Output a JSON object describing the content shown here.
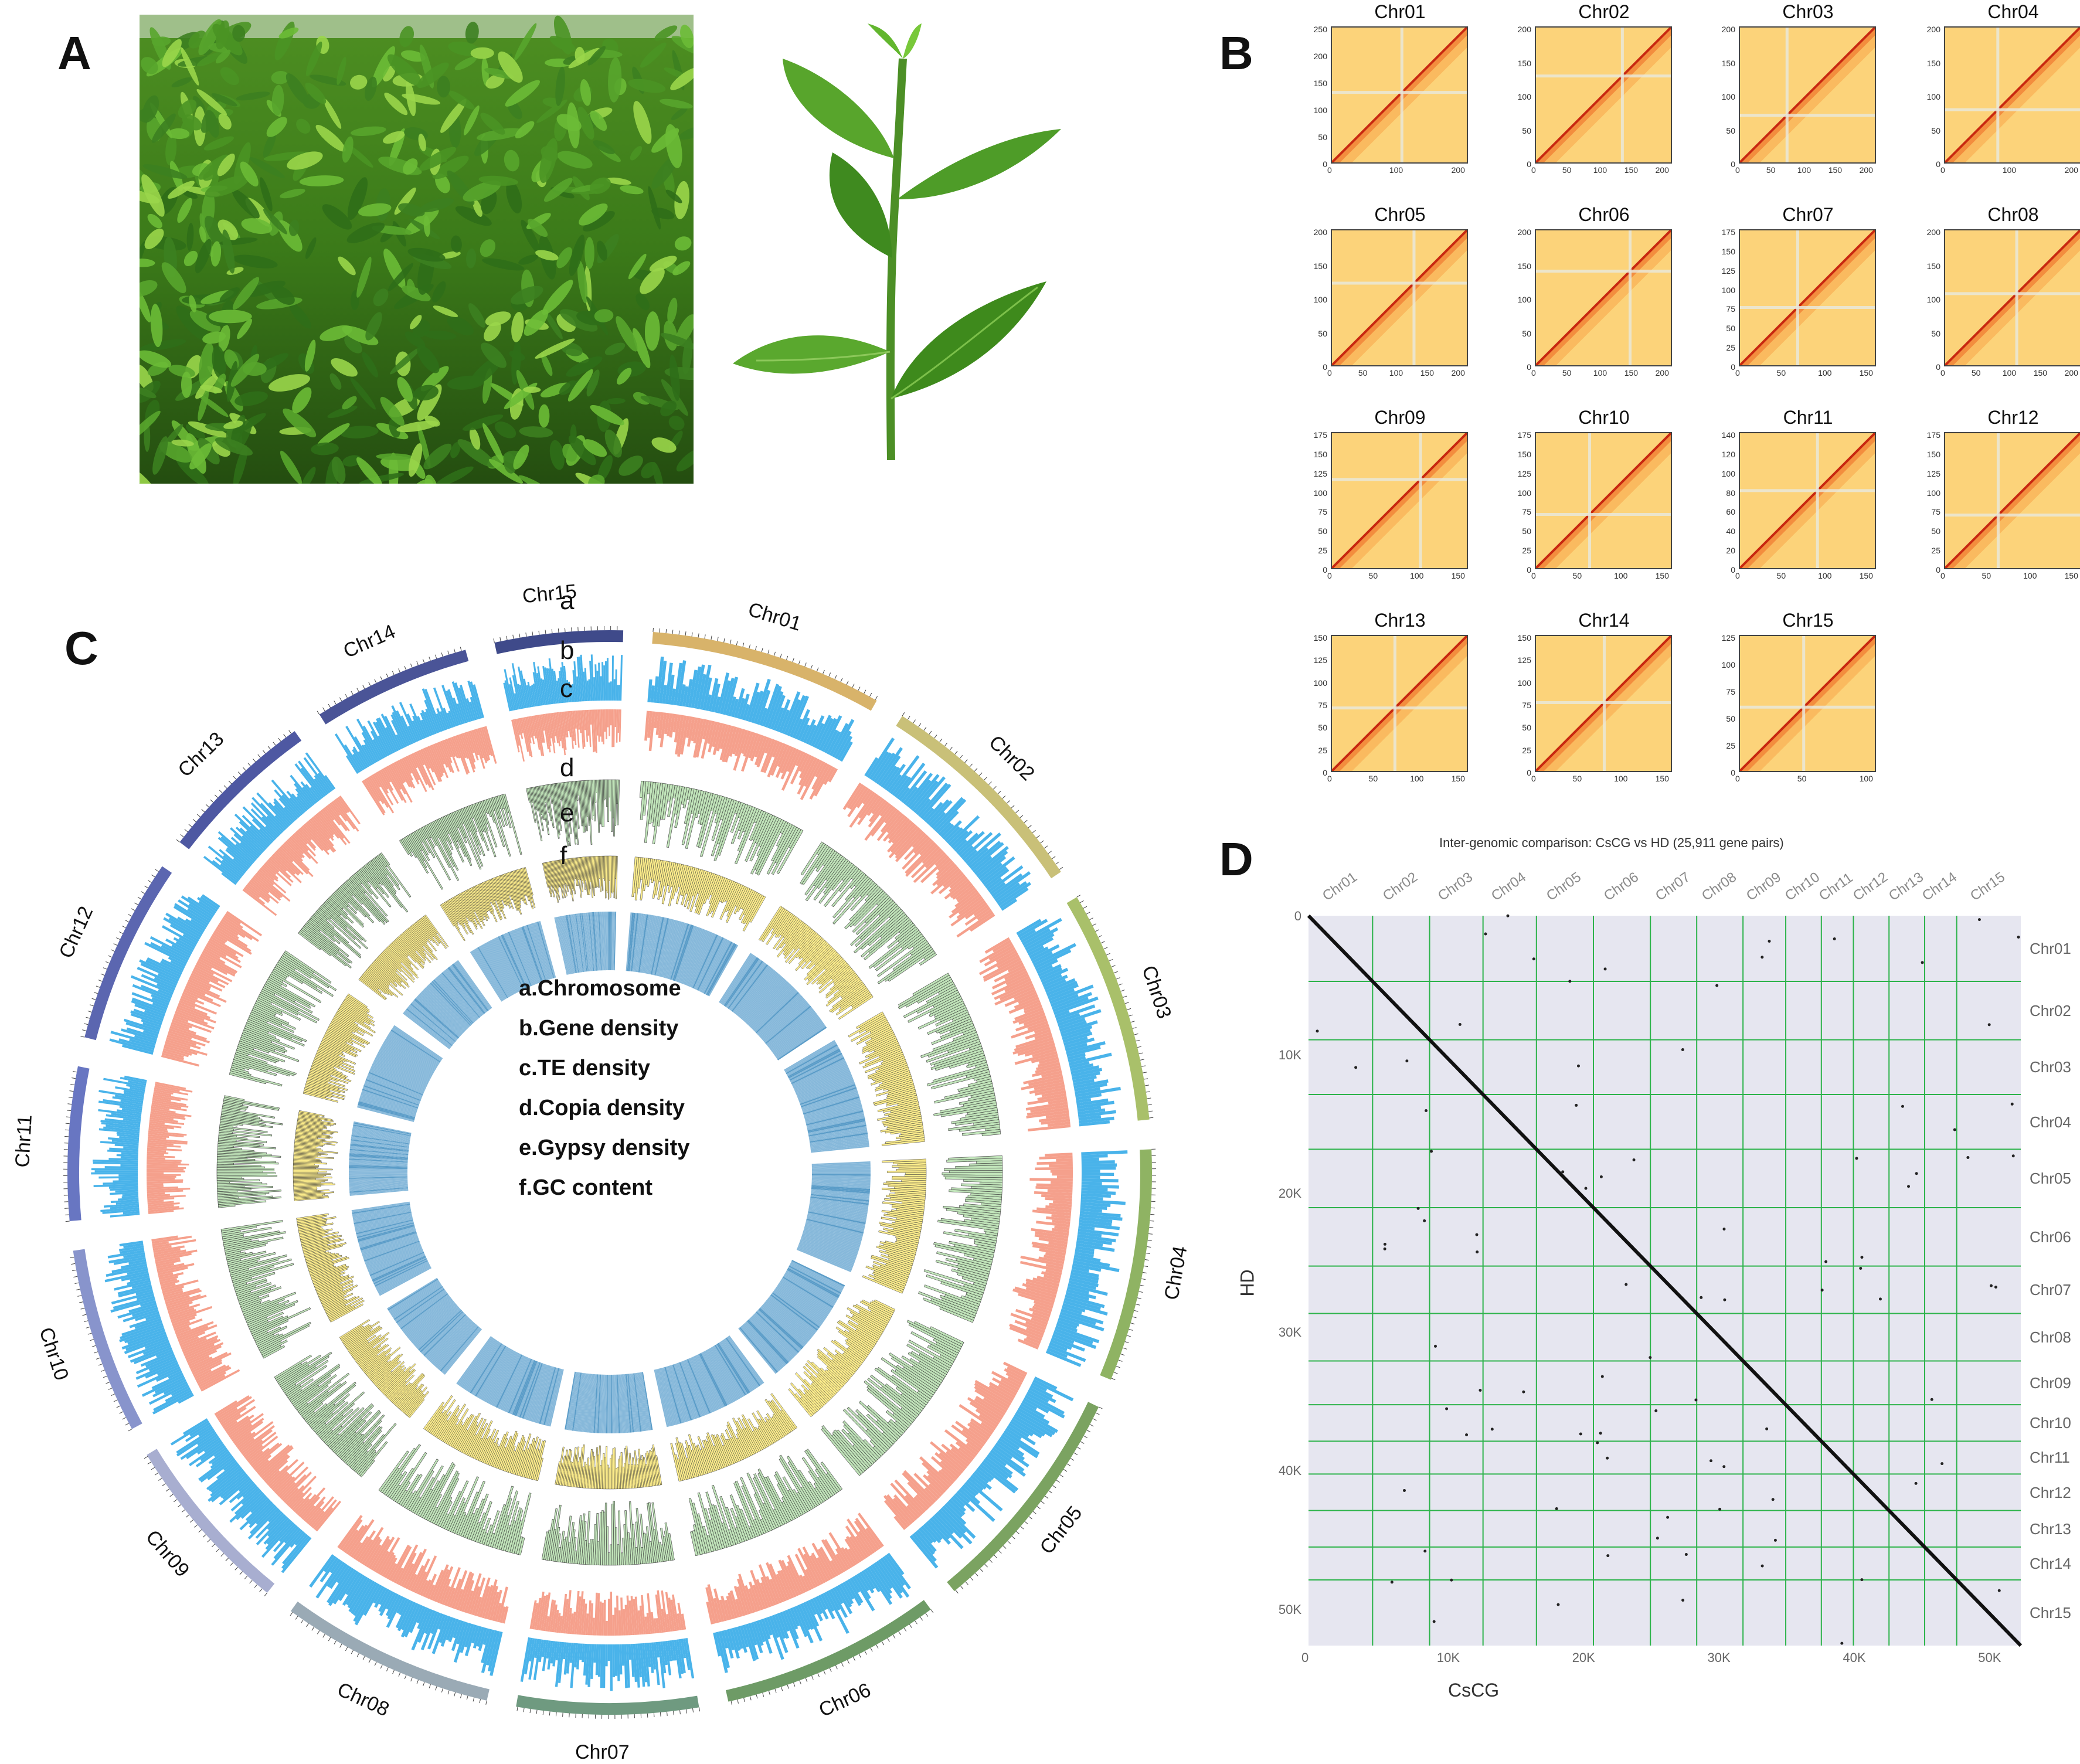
{
  "panels": {
    "a": "A",
    "b": "B",
    "c": "C",
    "d": "D"
  },
  "colors": {
    "leaf_dark": "#2f6e18",
    "leaf_mid": "#58a52c",
    "leaf_light": "#9ad64a",
    "hic_bg": "#fcd37a",
    "hic_diag": "#d9341a",
    "gene": "#49b3ea",
    "te": "#f5a08c",
    "copia": "#bfe2b8",
    "gypsy": "#fbeb8a",
    "gc": "#7eb3d6",
    "grid_green": "#2cb34a",
    "dot_bg": "#e6e6f0"
  },
  "hic": {
    "chromosomes": [
      {
        "name": "Chr01",
        "yticks": [
          "250",
          "200",
          "150",
          "100",
          "50",
          "0"
        ],
        "xticks": [
          "0",
          "100",
          "200"
        ]
      },
      {
        "name": "Chr02",
        "yticks": [
          "200",
          "150",
          "100",
          "50",
          "0"
        ],
        "xticks": [
          "0",
          "50",
          "100",
          "150",
          "200"
        ]
      },
      {
        "name": "Chr03",
        "yticks": [
          "200",
          "150",
          "100",
          "50",
          "0"
        ],
        "xticks": [
          "0",
          "50",
          "100",
          "150",
          "200"
        ]
      },
      {
        "name": "Chr04",
        "yticks": [
          "200",
          "150",
          "100",
          "50",
          "0"
        ],
        "xticks": [
          "0",
          "100",
          "200"
        ]
      },
      {
        "name": "Chr05",
        "yticks": [
          "200",
          "150",
          "100",
          "50",
          "0"
        ],
        "xticks": [
          "0",
          "50",
          "100",
          "150",
          "200"
        ]
      },
      {
        "name": "Chr06",
        "yticks": [
          "200",
          "150",
          "100",
          "50",
          "0"
        ],
        "xticks": [
          "0",
          "50",
          "100",
          "150",
          "200"
        ]
      },
      {
        "name": "Chr07",
        "yticks": [
          "175",
          "150",
          "125",
          "100",
          "75",
          "50",
          "25",
          "0"
        ],
        "xticks": [
          "0",
          "50",
          "100",
          "150"
        ]
      },
      {
        "name": "Chr08",
        "yticks": [
          "200",
          "150",
          "100",
          "50",
          "0"
        ],
        "xticks": [
          "0",
          "50",
          "100",
          "150",
          "200"
        ]
      },
      {
        "name": "Chr09",
        "yticks": [
          "175",
          "150",
          "125",
          "100",
          "75",
          "50",
          "25",
          "0"
        ],
        "xticks": [
          "0",
          "50",
          "100",
          "150"
        ]
      },
      {
        "name": "Chr10",
        "yticks": [
          "175",
          "150",
          "125",
          "100",
          "75",
          "50",
          "25",
          "0"
        ],
        "xticks": [
          "0",
          "50",
          "100",
          "150"
        ]
      },
      {
        "name": "Chr11",
        "yticks": [
          "140",
          "120",
          "100",
          "80",
          "60",
          "40",
          "20",
          "0"
        ],
        "xticks": [
          "0",
          "50",
          "100",
          "150"
        ]
      },
      {
        "name": "Chr12",
        "yticks": [
          "175",
          "150",
          "125",
          "100",
          "75",
          "50",
          "25",
          "0"
        ],
        "xticks": [
          "0",
          "50",
          "100",
          "150"
        ]
      },
      {
        "name": "Chr13",
        "yticks": [
          "150",
          "125",
          "100",
          "75",
          "50",
          "25",
          "0"
        ],
        "xticks": [
          "0",
          "50",
          "100",
          "150"
        ]
      },
      {
        "name": "Chr14",
        "yticks": [
          "150",
          "125",
          "100",
          "75",
          "50",
          "25",
          "0"
        ],
        "xticks": [
          "0",
          "50",
          "100",
          "150"
        ]
      },
      {
        "name": "Chr15",
        "yticks": [
          "125",
          "100",
          "75",
          "50",
          "25",
          "0"
        ],
        "xticks": [
          "0",
          "50",
          "100"
        ]
      }
    ]
  },
  "circos": {
    "chromosomes": [
      "Chr01",
      "Chr02",
      "Chr03",
      "Chr04",
      "Chr05",
      "Chr06",
      "Chr07",
      "Chr08",
      "Chr09",
      "Chr10",
      "Chr11",
      "Chr12",
      "Chr13",
      "Chr14",
      "Chr15"
    ],
    "track_letters": [
      "a",
      "b",
      "c",
      "d",
      "e",
      "f"
    ],
    "legend": [
      "a.Chromosome",
      "b.Gene density",
      "c.TE density",
      "d.Copia density",
      "e.Gypsy density",
      "f.GC content"
    ]
  },
  "dotplot": {
    "title": "Inter-genomic comparison: CsCG vs HD (25,911 gene pairs)",
    "xlabel": "CsCG",
    "ylabel": "HD",
    "xticks": [
      "0",
      "10K",
      "20K",
      "30K",
      "40K",
      "50K"
    ],
    "yticks": [
      "0",
      "10K",
      "20K",
      "30K",
      "40K",
      "50K"
    ],
    "chromosomes": [
      "Chr01",
      "Chr02",
      "Chr03",
      "Chr04",
      "Chr05",
      "Chr06",
      "Chr07",
      "Chr08",
      "Chr09",
      "Chr10",
      "Chr11",
      "Chr12",
      "Chr13",
      "Chr14",
      "Chr15"
    ]
  }
}
